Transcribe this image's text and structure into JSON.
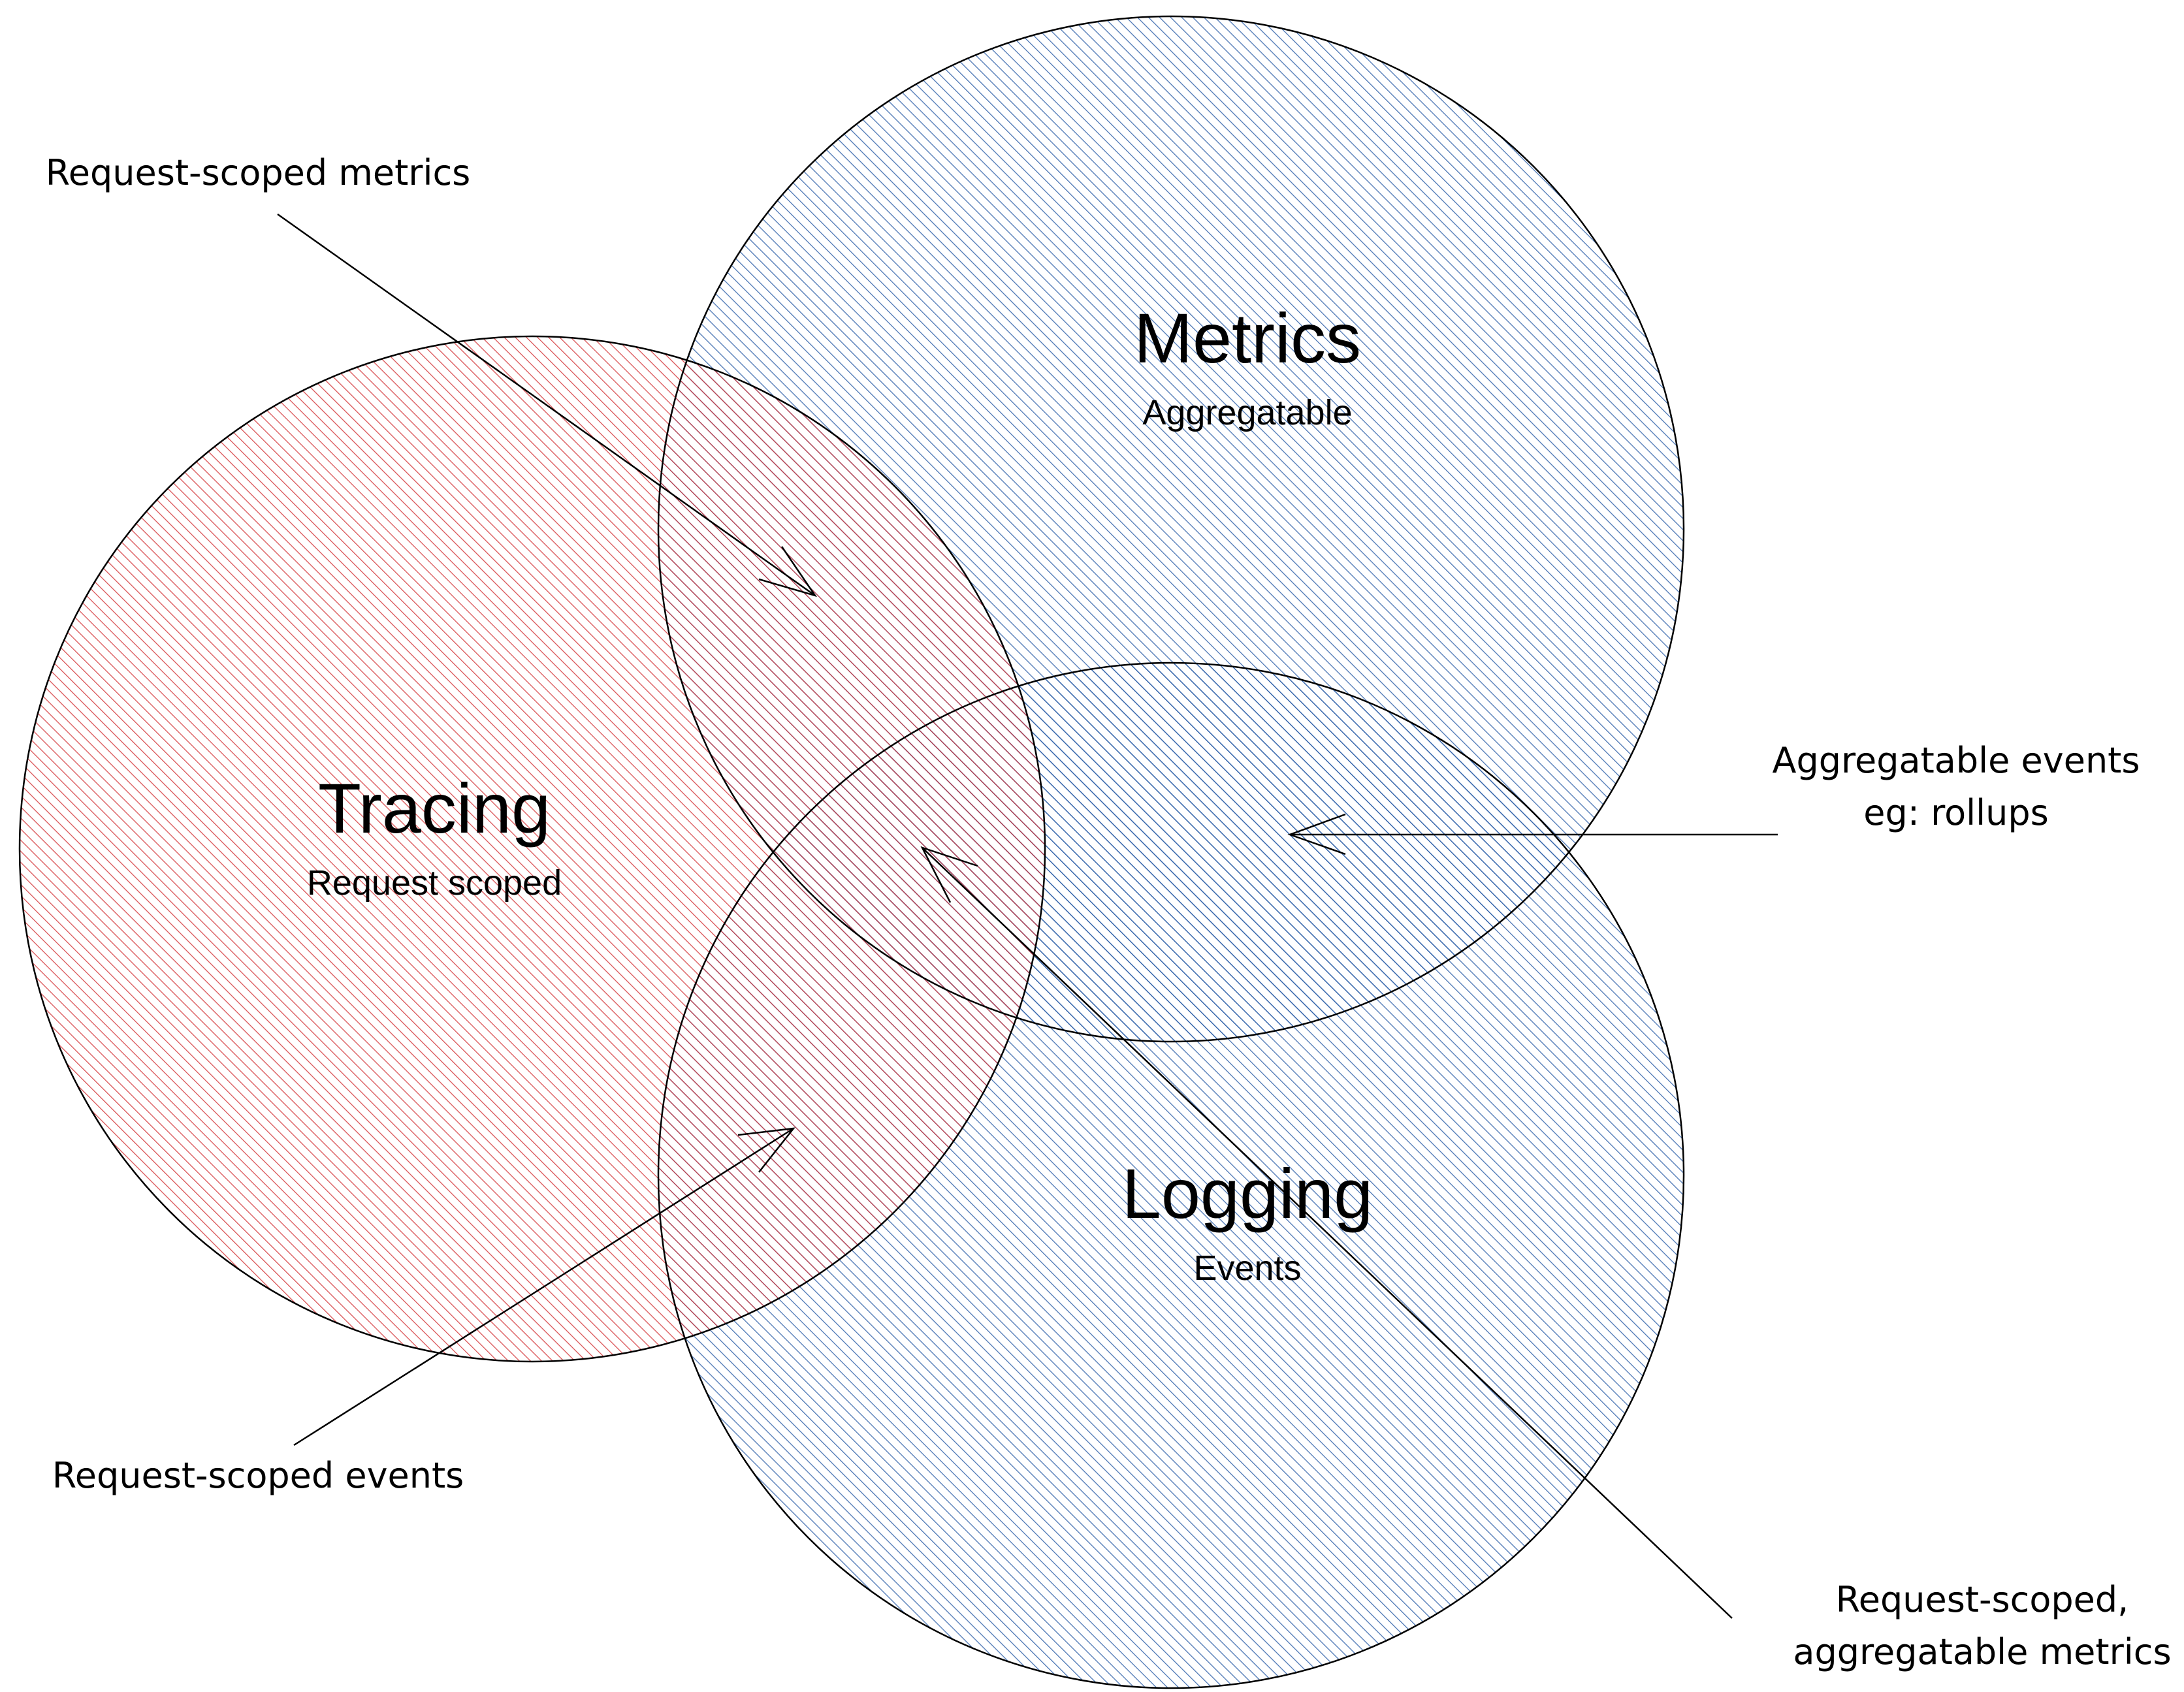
{
  "diagram": {
    "circles": {
      "metrics": {
        "title": "Metrics",
        "subtitle": "Aggregatable",
        "color": "#2e5fa8"
      },
      "tracing": {
        "title": "Tracing",
        "subtitle": "Request scoped",
        "color": "#d4363a"
      },
      "logging": {
        "title": "Logging",
        "subtitle": "Events",
        "color": "#2e5fa8"
      }
    },
    "annotations": {
      "request_scoped_metrics": {
        "lines": [
          "Request-scoped metrics"
        ]
      },
      "aggregatable_events": {
        "lines": [
          "Aggregatable events",
          "eg: rollups"
        ]
      },
      "request_scoped_events": {
        "lines": [
          "Request-scoped events"
        ]
      },
      "request_scoped_aggregatable_metrics": {
        "lines": [
          "Request-scoped,",
          "aggregatable metrics"
        ]
      }
    }
  }
}
